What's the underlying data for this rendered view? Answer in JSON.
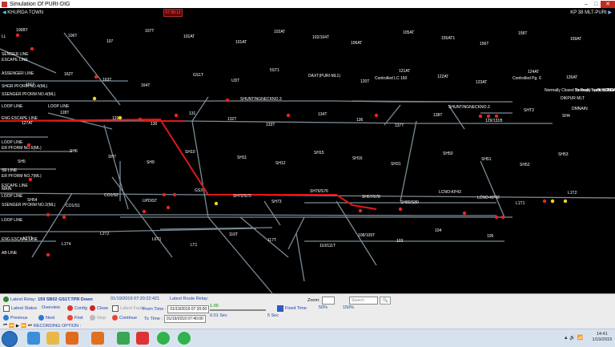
{
  "window": {
    "title": "Simulation Of PURI-DIG"
  },
  "header": {
    "left_label": "KHURDA TOWN",
    "clock": "07:30:11",
    "right_label": "KP 38 MLT-PURI"
  },
  "diagram": {
    "left_labels": [
      "LL",
      "SENGER LINE",
      "ESCAPE LINE",
      "ASSENGER LINE",
      "SHGR PFORM NO.4(ML)",
      "SSENGER PFORM NO.4(ML)",
      "LOOP LINE",
      "ENG ESCAPE LINE",
      "LOOP LINE",
      "ER PFORM NO.6(ML)",
      "SE LINE",
      "ER PFORM NO.7(ML)",
      "ESCAPE LINE",
      "LOOP LINE",
      "MAIN",
      "SSENGER PFORM NO.2(ML)",
      "LOOP LINE",
      "ENG ESCAPE LINE",
      "AB LINE"
    ],
    "section_labels": [
      "SHUNTINGNECKNO.3",
      "SHUNTINGNECKNO.3",
      "LOOP LINE",
      "Controlled LC 150",
      "Controlled Pg. 6",
      "Normally Closed To Road Traffic LCNO-KP45",
      "Normally open to Road Traffic LCNO-KP46",
      "KHURDA MALATIPA",
      "DIKPUR MLT",
      "DMNAIN"
    ],
    "track_ids": [
      "106BT",
      "106T",
      "107",
      "107T",
      "101AT",
      "101AT",
      "102AT",
      "102/104T",
      "106AT",
      "105AT",
      "155AT1",
      "156T",
      "158T",
      "159AT",
      "161T",
      "162T",
      "163T",
      "164T",
      "GS1T",
      "UDT",
      "5ST1",
      "DAXT(PURI-ML1)",
      "120T",
      "121AT",
      "122AT",
      "123AT",
      "124AT",
      "126AT",
      "127AT",
      "128T",
      "129",
      "130",
      "131",
      "132T",
      "133T",
      "134T",
      "136",
      "137T",
      "138T",
      "129/131B",
      "SHT3",
      "SH4",
      "SH5",
      "SH6",
      "SH7",
      "SH9",
      "SH10",
      "SH11",
      "SH12",
      "SH15",
      "SH16",
      "SH31",
      "SH50",
      "SH51",
      "SH52",
      "SH53",
      "SH54",
      "CO1/S1",
      "CO1/S2",
      "UPDIST",
      "GS3",
      "SH72/S72",
      "SH73",
      "SH76/S76",
      "SH57/S78",
      "SH80/S80",
      "LCNO-KP43",
      "LCNO-KP42",
      "L1T1",
      "L1T2",
      "L1T3",
      "L1T4",
      "L2T2",
      "L6T1",
      "LT1",
      "116T",
      "117T",
      "110/111T",
      "108/109T",
      "103",
      "104",
      "105"
    ],
    "signal_colors": {
      "track": "#7a8b96",
      "occupied": "#e01818",
      "signal_red": "#e22",
      "signal_yellow": "#f2d41a",
      "label": "#ffffff"
    }
  },
  "controls": {
    "latest_relay_label": "Latest Relay:",
    "latest_relay_value": "159 SB02 GS1T.TPR Down",
    "latest_relay_time": "01/19/2019 07:20:22:421",
    "latest_route_label": "Latest Route Relay:",
    "zoom_label": "Zoom:",
    "zoom_min": "50%",
    "zoom_max": "150%",
    "search_placeholder": "Search",
    "latest_status": "Latest Status",
    "overview": "Overview",
    "config": "Config",
    "close": "Close",
    "latest_faults": "Latest Faults",
    "from_time_label": "From Time :",
    "from_time_value": "01/19/2019 07:20:00",
    "speed_value": "1.00",
    "fixed_time": "Fixed Time",
    "previous": "Previous",
    "next": "Next",
    "first": "First",
    "stop": "Stop",
    "continue": "Continue",
    "to_label": "To",
    "to_time_label": "Time :",
    "to_time_value": "01/19/2019 07:40:00",
    "speed_min": "0.01 Sec",
    "speed_max": "5 Sec",
    "recording_options": "RECORDING OPTION :"
  },
  "taskbar": {
    "time": "14:41",
    "date": "1/19/2019",
    "pinned": [
      "ie-icon",
      "folder-icon",
      "media-icon",
      "firefox-icon",
      "chrome-icon",
      "paint-icon",
      "app-green-icon",
      "app-green2-icon"
    ]
  }
}
